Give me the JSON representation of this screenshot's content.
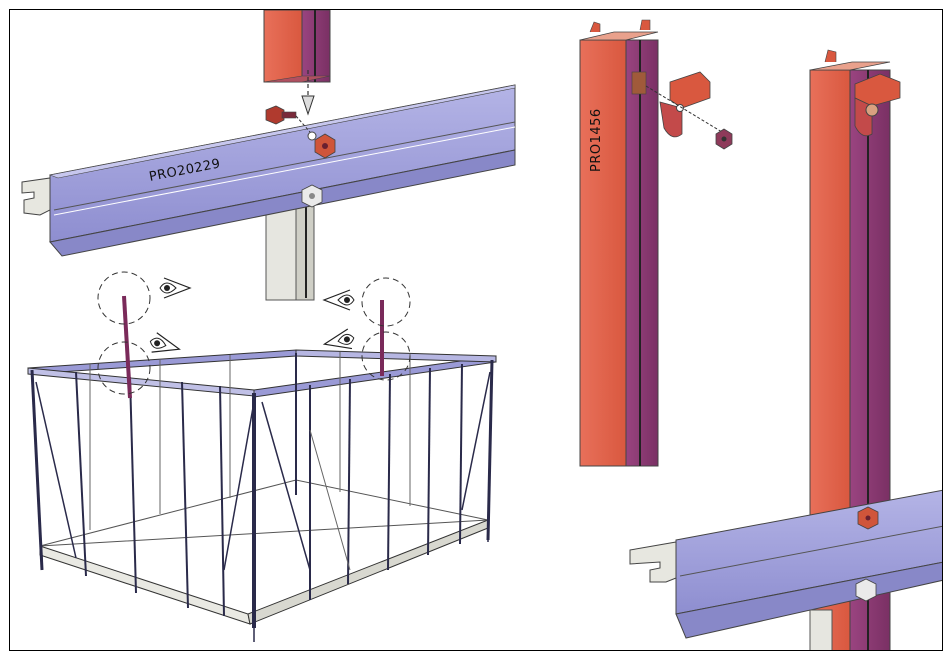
{
  "diagram": {
    "labels": {
      "horizontal_profile": "PRO20229",
      "vertical_profile": "PRO1456"
    },
    "colors": {
      "horizontal_profile": "#9a9ad6",
      "vertical_profile_front": "#e0604e",
      "vertical_profile_side": "#8e3a72",
      "bolt": "#c0392b",
      "frame_line": "#2a2a4a"
    },
    "icons": [
      "eye-icon",
      "detail-circle",
      "insert-arrow"
    ]
  }
}
